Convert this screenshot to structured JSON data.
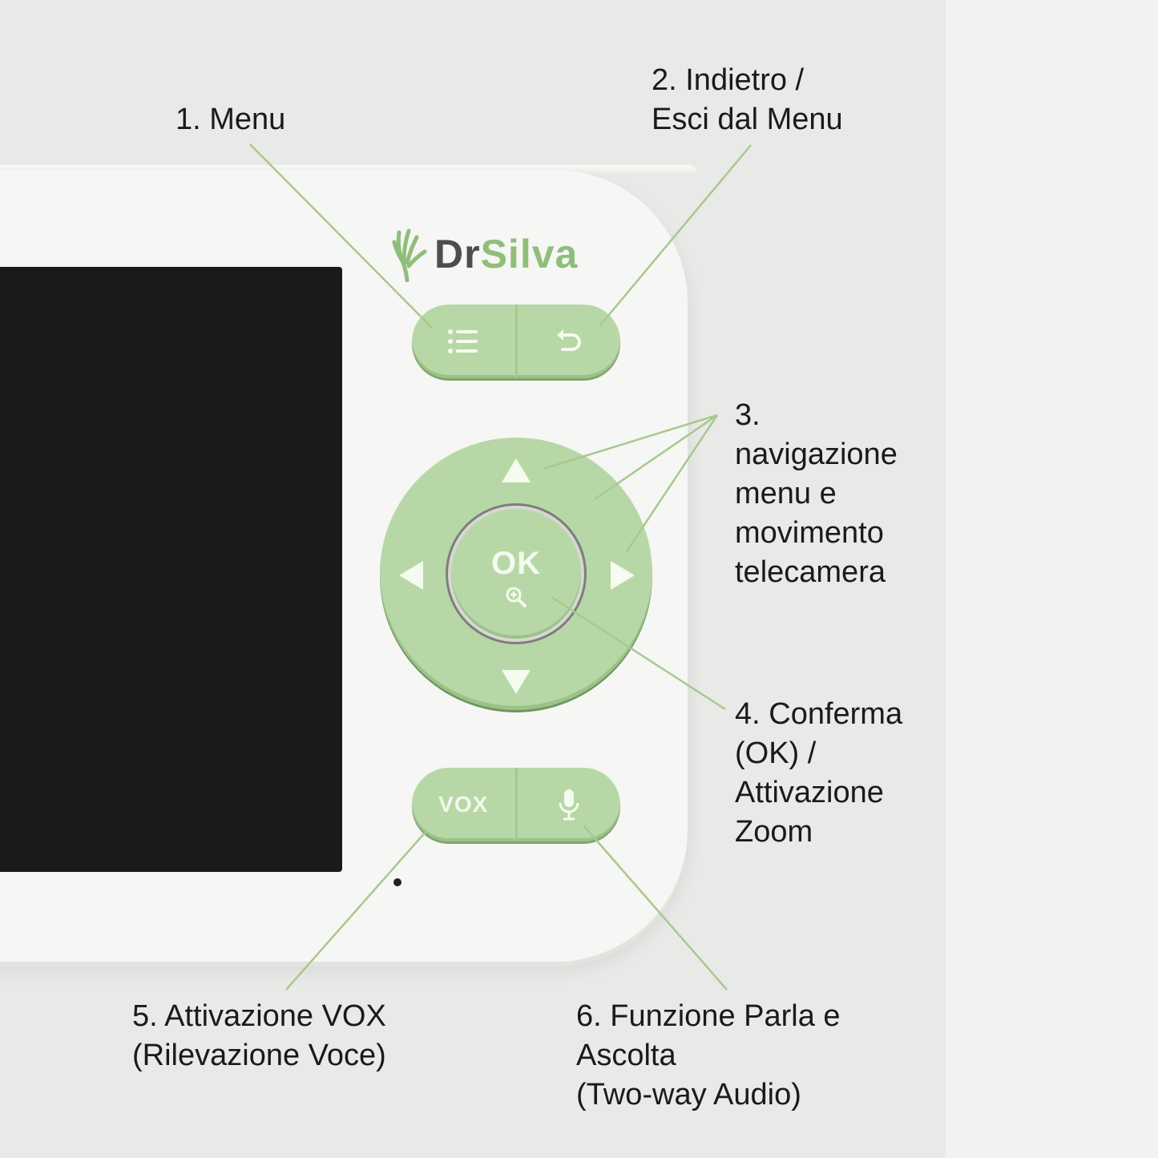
{
  "brand": {
    "prefix": "Dr",
    "suffix": "Silva"
  },
  "buttons": {
    "menu_icon": "menu-list-icon",
    "back_icon": "back-arrow-icon",
    "ok_label": "OK",
    "ok_icon": "zoom-icon",
    "vox_label": "VOX",
    "talk_icon": "microphone-icon",
    "nav_icons": [
      "arrow-up-icon",
      "arrow-left-icon",
      "arrow-right-icon",
      "arrow-down-icon"
    ]
  },
  "callouts": {
    "menu": "1. Menu",
    "back": "2. Indietro /\nEsci dal Menu",
    "navigation": "3.\nnavigazione\nmenu e\nmovimento\ntelecamera",
    "confirm": "4. Conferma\n(OK) /\nAttivazione\nZoom",
    "vox": "5. Attivazione VOX\n(Rilevazione Voce)",
    "talk": "6. Funzione Parla e\n   Ascolta\n  (Two-way Audio)"
  },
  "colors": {
    "button_green": "#b7d8a6",
    "logo_green": "#8fbe7a",
    "leader_line": "#a6c98f",
    "screen": "#1a1a1a"
  }
}
